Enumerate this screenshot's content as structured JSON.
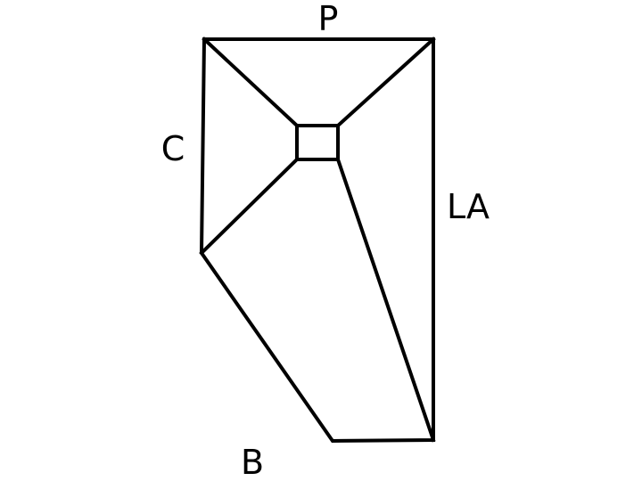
{
  "diagram": {
    "labels": {
      "top": "P",
      "left": "C",
      "right": "LA",
      "bottom": "B"
    },
    "colors": {
      "stroke": "#000000",
      "background": "#ffffff"
    }
  }
}
